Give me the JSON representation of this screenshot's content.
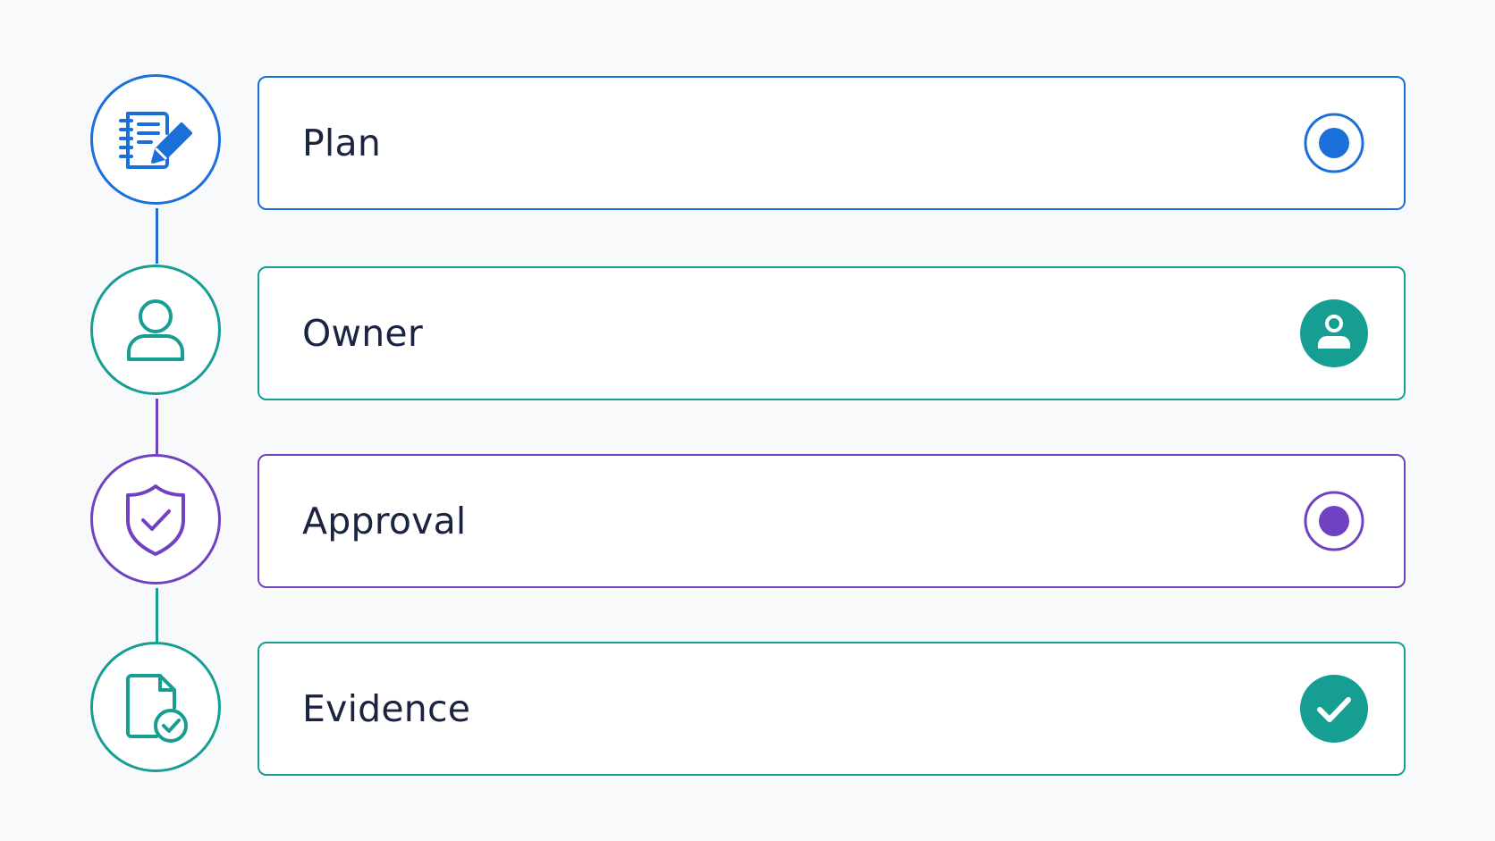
{
  "colors": {
    "blue": "#1b6fd8",
    "teal": "#179e93",
    "purple": "#6f42c1"
  },
  "steps": [
    {
      "label": "Plan",
      "icon": "notebook-pencil-icon",
      "status": "radio-selected"
    },
    {
      "label": "Owner",
      "icon": "user-icon",
      "status": "user-badge"
    },
    {
      "label": "Approval",
      "icon": "shield-check-icon",
      "status": "radio-selected"
    },
    {
      "label": "Evidence",
      "icon": "document-check-icon",
      "status": "completed-check"
    }
  ]
}
